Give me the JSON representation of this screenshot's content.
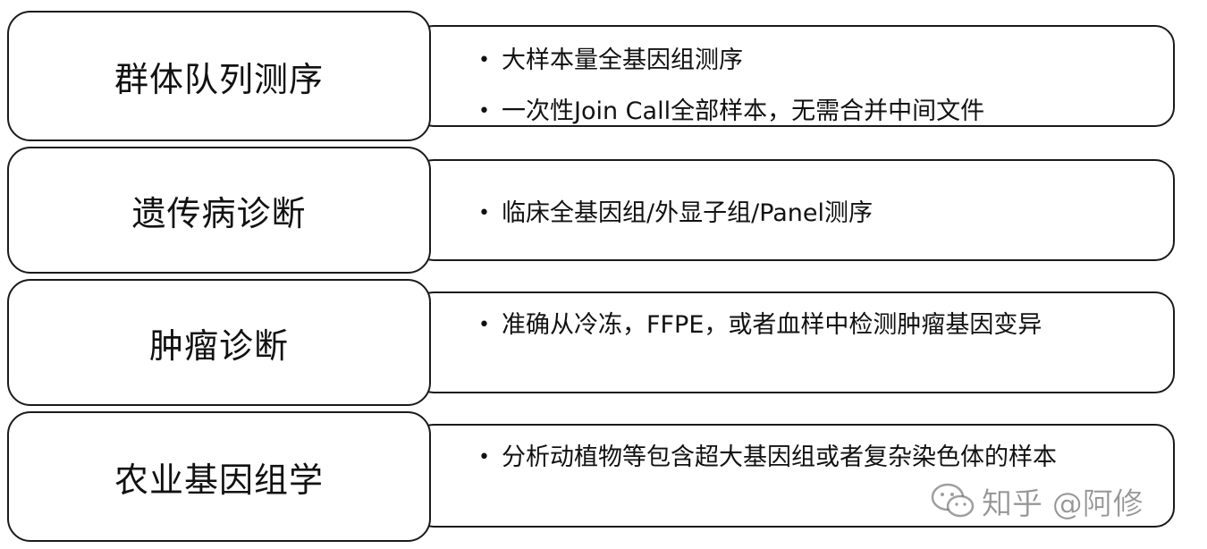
{
  "rows": [
    {
      "category": "群体队列测序",
      "bullets": [
        "大样本量全基因组测序",
        "一次性Join Call全部样本，无需合并中间文件"
      ]
    },
    {
      "category": "遗传病诊断",
      "bullets": [
        "临床全基因组/外显子组/Panel测序"
      ]
    },
    {
      "category": "肿瘤诊断",
      "bullets": [
        "准确从冷冻，FFPE，或者血样中检测肿瘤基因变异"
      ]
    },
    {
      "category": "农业基因组学",
      "bullets": [
        "分析动植物等包含超大基因组或者复杂染色体的样本"
      ]
    }
  ],
  "bullet_symbol": "•",
  "watermark": {
    "text": "知乎 @阿修",
    "icon": "wechat-icon"
  }
}
